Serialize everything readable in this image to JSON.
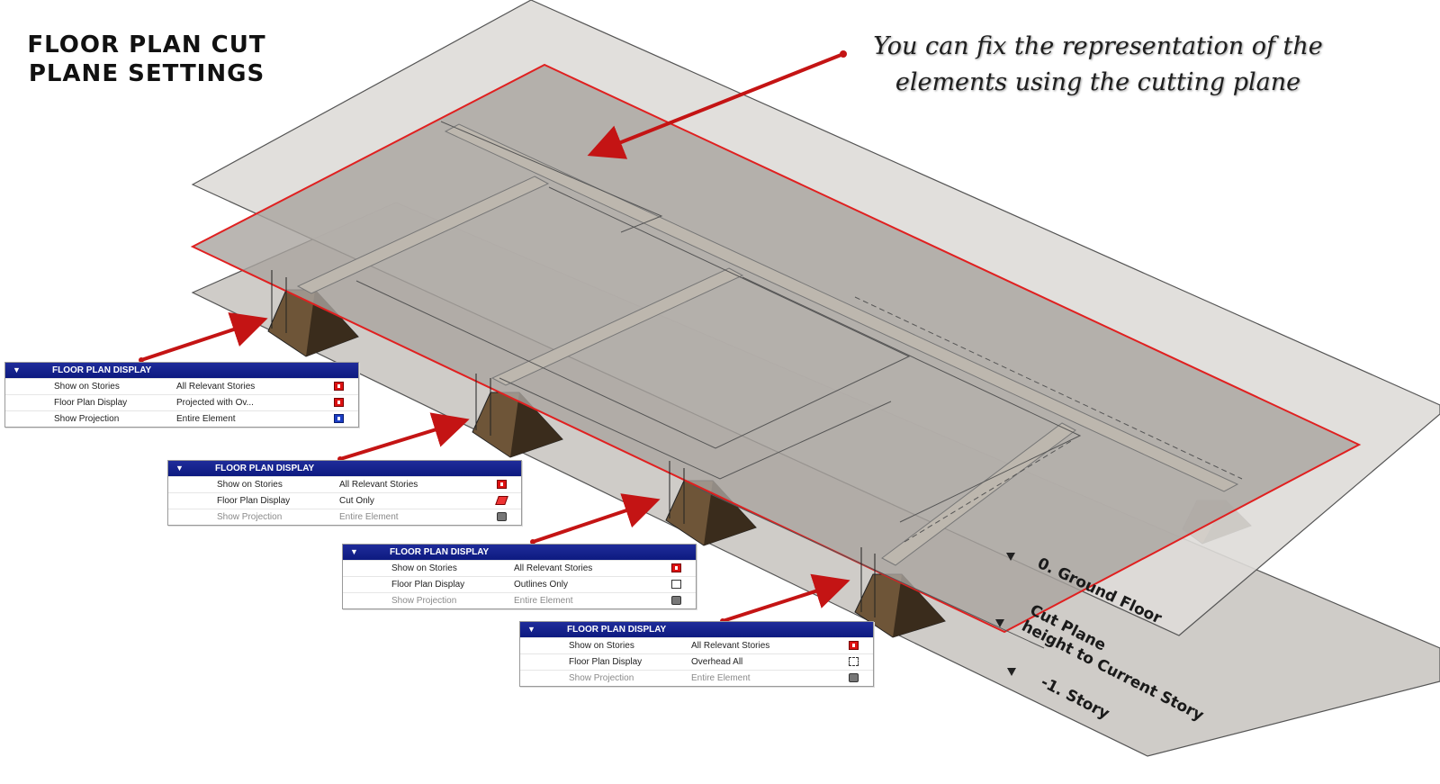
{
  "title": "FLOOR PLAN CUT PLANE SETTINGS",
  "callout": {
    "line1": "You can fix the representation of the",
    "line2": "elements using the cutting plane"
  },
  "levels": {
    "ground_floor": "0. Ground Floor",
    "cut_plane_line1": "Cut Plane",
    "cut_plane_line2": "height to Current Story",
    "story_minus1": "-1. Story"
  },
  "colors": {
    "cut_plane_edge": "#e02020",
    "arrow": "#c41414",
    "panel_header": "#16238c",
    "plane_fill": "#d9d6d2",
    "footing": "#6e5538"
  },
  "panels": [
    {
      "header": "FLOOR PLAN DISPLAY",
      "rows": [
        {
          "label": "Show on Stories",
          "value": "All Relevant Stories",
          "icon": "stories-icon",
          "dim": false
        },
        {
          "label": "Floor Plan Display",
          "value": "Projected with Ov...",
          "icon": "projected-overhead-icon",
          "dim": false
        },
        {
          "label": "Show Projection",
          "value": "Entire Element",
          "icon": "projection-icon",
          "dim": false
        }
      ]
    },
    {
      "header": "FLOOR PLAN DISPLAY",
      "rows": [
        {
          "label": "Show on Stories",
          "value": "All Relevant Stories",
          "icon": "stories-icon",
          "dim": false
        },
        {
          "label": "Floor Plan Display",
          "value": "Cut Only",
          "icon": "cut-only-icon",
          "dim": false
        },
        {
          "label": "Show Projection",
          "value": "Entire Element",
          "icon": "projection-disabled-icon",
          "dim": true
        }
      ]
    },
    {
      "header": "FLOOR PLAN DISPLAY",
      "rows": [
        {
          "label": "Show on Stories",
          "value": "All Relevant Stories",
          "icon": "stories-icon",
          "dim": false
        },
        {
          "label": "Floor Plan Display",
          "value": "Outlines Only",
          "icon": "outlines-only-icon",
          "dim": false
        },
        {
          "label": "Show Projection",
          "value": "Entire Element",
          "icon": "projection-disabled-icon",
          "dim": true
        }
      ]
    },
    {
      "header": "FLOOR PLAN DISPLAY",
      "rows": [
        {
          "label": "Show on Stories",
          "value": "All Relevant Stories",
          "icon": "stories-icon",
          "dim": false
        },
        {
          "label": "Floor Plan Display",
          "value": "Overhead All",
          "icon": "overhead-all-icon",
          "dim": false
        },
        {
          "label": "Show Projection",
          "value": "Entire Element",
          "icon": "projection-disabled-icon",
          "dim": true
        }
      ]
    }
  ]
}
